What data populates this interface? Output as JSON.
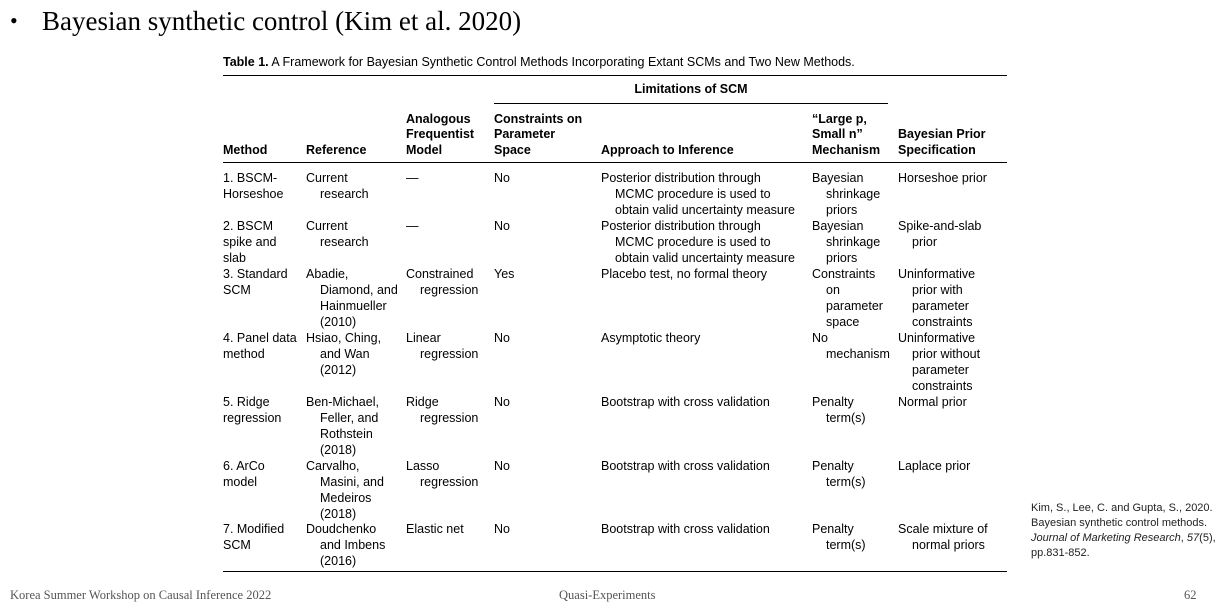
{
  "title": "Bayesian synthetic control (Kim et al. 2020)",
  "caption": {
    "label": "Table 1.",
    "text": " A Framework for Bayesian Synthetic Control Methods Incorporating Extant SCMs and Two New Methods."
  },
  "table": {
    "group_header": "Limitations of SCM",
    "headers": [
      [
        "Method"
      ],
      [
        "Reference"
      ],
      [
        "Analogous",
        "Frequentist",
        "Model"
      ],
      [
        "Constraints on",
        "Parameter",
        "Space"
      ],
      [
        "Approach to Inference"
      ],
      [
        "“Large p,",
        "Small n”",
        "Mechanism"
      ],
      [
        "Bayesian Prior",
        "Specification"
      ]
    ],
    "rows": [
      {
        "method": [
          "1. BSCM-",
          "Horseshoe"
        ],
        "reference": [
          "Current",
          "research"
        ],
        "model": [
          "—"
        ],
        "constraints": [
          "No"
        ],
        "inference": [
          "Posterior distribution through",
          "MCMC procedure is used to",
          "obtain valid uncertainty measure"
        ],
        "mechanism": [
          "Bayesian",
          "shrinkage",
          "priors"
        ],
        "prior": [
          "Horseshoe prior"
        ]
      },
      {
        "method": [
          "2. BSCM",
          "spike and",
          "slab"
        ],
        "reference": [
          "Current",
          "research"
        ],
        "model": [
          "—"
        ],
        "constraints": [
          "No"
        ],
        "inference": [
          "Posterior distribution through",
          "MCMC procedure is used to",
          "obtain valid uncertainty measure"
        ],
        "mechanism": [
          "Bayesian",
          "shrinkage",
          "priors"
        ],
        "prior": [
          "Spike-and-slab",
          "prior"
        ]
      },
      {
        "method": [
          "3. Standard",
          "SCM"
        ],
        "reference": [
          "Abadie,",
          "Diamond, and",
          "Hainmueller",
          "(2010)"
        ],
        "model": [
          "Constrained",
          "regression"
        ],
        "constraints": [
          "Yes"
        ],
        "inference": [
          "Placebo test, no formal theory"
        ],
        "mechanism": [
          "Constraints",
          "on",
          "parameter",
          "space"
        ],
        "prior": [
          "Uninformative",
          "prior with",
          "parameter",
          "constraints"
        ]
      },
      {
        "method": [
          "4. Panel data",
          "method"
        ],
        "reference": [
          "Hsiao, Ching,",
          "and Wan",
          "(2012)"
        ],
        "model": [
          "Linear",
          "regression"
        ],
        "constraints": [
          "No"
        ],
        "inference": [
          "Asymptotic theory"
        ],
        "mechanism": [
          "No",
          "mechanism"
        ],
        "prior": [
          "Uninformative",
          "prior without",
          "parameter",
          "constraints"
        ]
      },
      {
        "method": [
          "5. Ridge",
          "regression"
        ],
        "reference": [
          "Ben-Michael,",
          "Feller, and",
          "Rothstein",
          "(2018)"
        ],
        "model": [
          "Ridge",
          "regression"
        ],
        "constraints": [
          "No"
        ],
        "inference": [
          "Bootstrap with cross validation"
        ],
        "mechanism": [
          "Penalty",
          "term(s)"
        ],
        "prior": [
          "Normal prior"
        ]
      },
      {
        "method": [
          "6. ArCo",
          "model"
        ],
        "reference": [
          "Carvalho,",
          "Masini, and",
          "Medeiros",
          "(2018)"
        ],
        "model": [
          "Lasso",
          "regression"
        ],
        "constraints": [
          "No"
        ],
        "inference": [
          "Bootstrap with cross validation"
        ],
        "mechanism": [
          "Penalty",
          "term(s)"
        ],
        "prior": [
          "Laplace prior"
        ]
      },
      {
        "method": [
          "7. Modified",
          "SCM"
        ],
        "reference": [
          "Doudchenko",
          "and Imbens",
          "(2016)"
        ],
        "model": [
          "Elastic net"
        ],
        "constraints": [
          "No"
        ],
        "inference": [
          "Bootstrap with cross validation"
        ],
        "mechanism": [
          "Penalty",
          "term(s)"
        ],
        "prior": [
          "Scale mixture of",
          "normal priors"
        ]
      }
    ]
  },
  "citation": {
    "pre": "Kim, S., Lee, C. and Gupta, S., 2020. Bayesian synthetic control methods. ",
    "journal": "Journal of Marketing Research",
    "mid": ", ",
    "volume": "57",
    "post": "(5), pp.831-852."
  },
  "footer": {
    "left": "Korea Summer Workshop on Causal Inference 2022",
    "center": "Quasi-Experiments",
    "page": "62"
  }
}
